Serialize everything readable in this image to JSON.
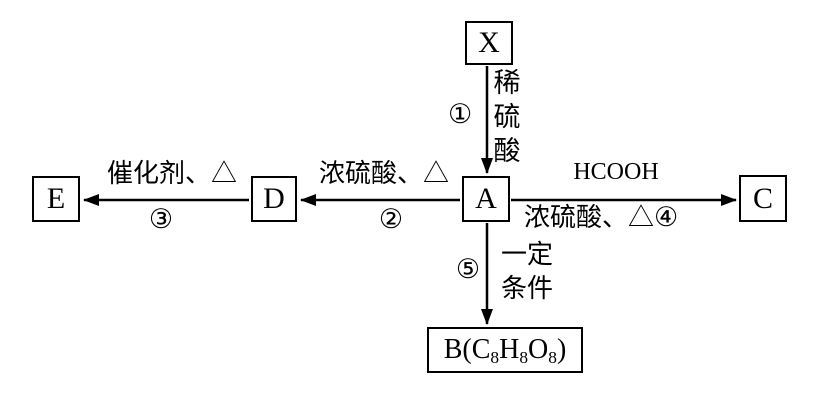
{
  "diagram_title": "substance-transformation-flow",
  "colors": {
    "line": "#000000",
    "background": "#ffffff"
  },
  "boxes": {
    "x": "X",
    "e": "E",
    "d": "D",
    "a": "A",
    "c": "C",
    "b": {
      "prefix": "B(C",
      "sub1": "8",
      "mid1": "H",
      "sub2": "8",
      "mid2": "O",
      "sub3": "8",
      "suffix": ")"
    }
  },
  "steps": {
    "s1": {
      "number": "①",
      "condition": "稀硫酸"
    },
    "s2": {
      "number": "②",
      "condition": "浓硫酸、△"
    },
    "s3": {
      "number": "③",
      "condition": "催化剂、△"
    },
    "s4": {
      "reagent": "HCOOH",
      "condition": "浓硫酸、△",
      "number": "④"
    },
    "s5": {
      "number": "⑤",
      "condition": "一定条件"
    }
  }
}
